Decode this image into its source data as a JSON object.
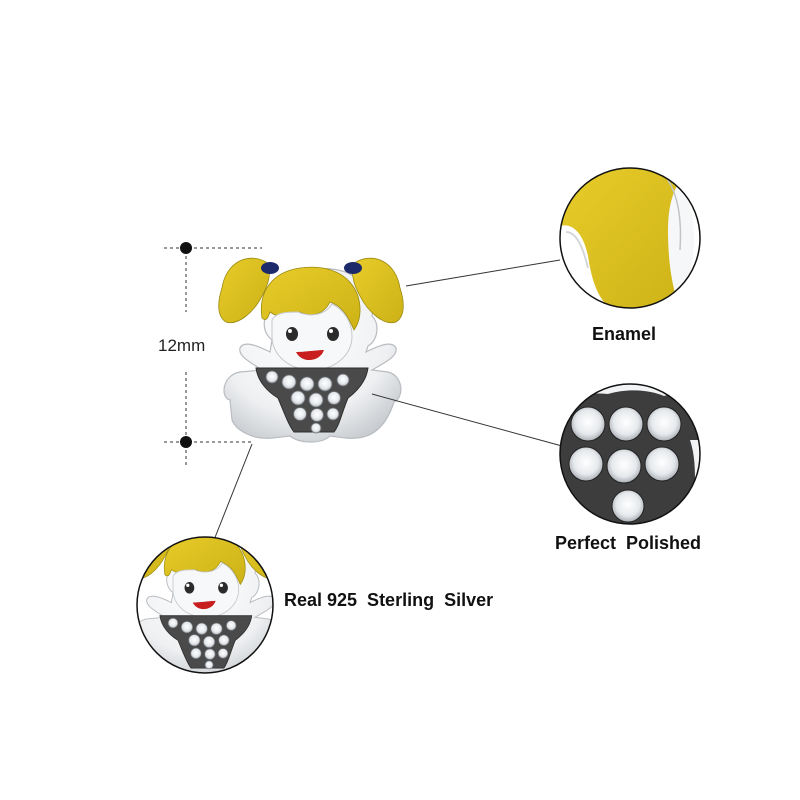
{
  "labels": {
    "dimension": "12mm",
    "enamel": "Enamel",
    "polished": "Perfect  Polished",
    "silver": "Real 925  Sterling  Silver"
  },
  "colors": {
    "enamel_yellow": "#ddc11d",
    "enamel_navy": "#1c2a6b",
    "mouth_red": "#c81e1e",
    "silver": "#eceef0",
    "oxidized": "#4a4a4a",
    "stone": "#f4f6f8"
  }
}
